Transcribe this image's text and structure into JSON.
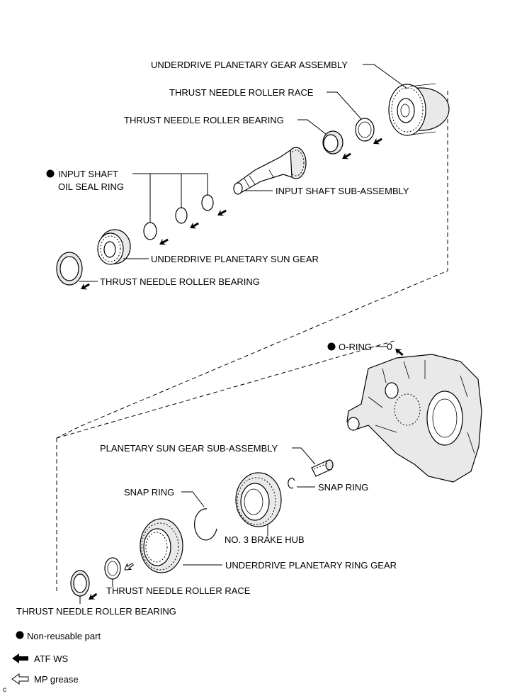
{
  "labels": {
    "underdrive_planetary_gear_assembly": "UNDERDRIVE PLANETARY GEAR ASSEMBLY",
    "thrust_needle_roller_race_top": "THRUST NEEDLE ROLLER RACE",
    "thrust_needle_roller_bearing_top": "THRUST NEEDLE ROLLER BEARING",
    "input_shaft_oil_seal_ring_line1": "INPUT SHAFT",
    "input_shaft_oil_seal_ring_line2": "OIL SEAL RING",
    "input_shaft_sub_assembly": "INPUT SHAFT SUB-ASSEMBLY",
    "underdrive_planetary_sun_gear": "UNDERDRIVE PLANETARY SUN GEAR",
    "thrust_needle_roller_bearing_mid": "THRUST NEEDLE ROLLER BEARING",
    "o_ring": "O-RING",
    "planetary_sun_gear_sub_assembly": "PLANETARY SUN GEAR SUB-ASSEMBLY",
    "snap_ring_left": "SNAP RING",
    "snap_ring_right": "SNAP RING",
    "no3_brake_hub": "NO. 3 BRAKE HUB",
    "underdrive_planetary_ring_gear": "UNDERDRIVE PLANETARY RING GEAR",
    "thrust_needle_roller_race_bottom": "THRUST NEEDLE ROLLER RACE",
    "thrust_needle_roller_bearing_bottom": "THRUST NEEDLE ROLLER BEARING"
  },
  "legend": {
    "non_reusable": "Non-reusable part",
    "atf_ws": "ATF WS",
    "mp_grease": "MP grease"
  },
  "corner_mark": "c"
}
